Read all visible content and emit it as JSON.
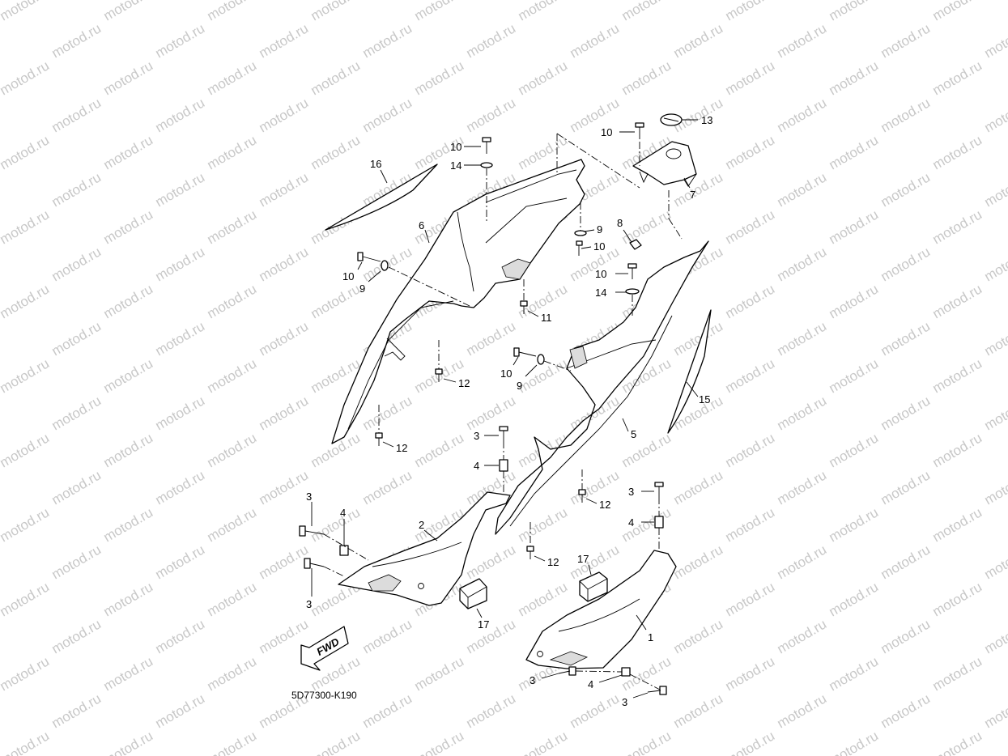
{
  "watermark": "motod.ru",
  "diagram_code": "5D77300-K190",
  "fwd_label": "FWD",
  "parts": [
    "1",
    "2",
    "3",
    "4",
    "5",
    "6",
    "7",
    "8",
    "9",
    "10",
    "11",
    "12",
    "13",
    "14",
    "15",
    "16",
    "17"
  ]
}
